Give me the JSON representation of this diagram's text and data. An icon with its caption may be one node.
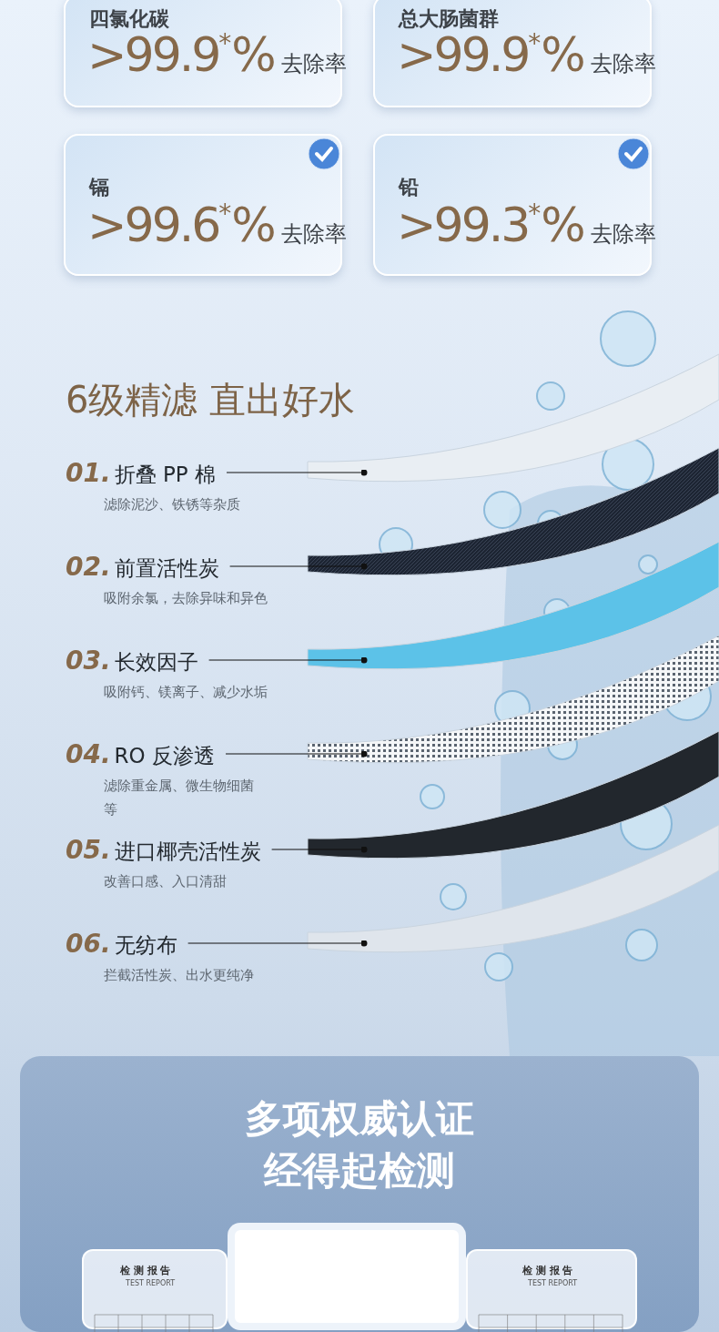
{
  "diagram": {
    "title": "6级精滤 直出好水",
    "nodes": [
      {
        "text": [
          "四氯化碳",
          ">99.9$^{*}$%",
          "去除率"
        ]
      },
      {
        "text": [
          "总大肠菌群",
          ">99.9$^{*}$%",
          "去除率"
        ]
      },
      {
        "text": [
          "镉",
          ">99.6$^{*}$%",
          "去除率"
        ]
      },
      {
        "text": [
          "铅",
          ">99.3$^{*}$%",
          "去除率"
        ]
      },
      {
        "text": [
          "01.",
          "折叠 PP 棉",
          "滤除泥沙、铁锈等杂质"
        ]
      },
      {
        "text": [
          "02.",
          "前置活性炭",
          "吸附余氯，去除异味和异色"
        ]
      },
      {
        "text": [
          "03.",
          "长效因子",
          "吸附钙、镁离子、减少水垢"
        ]
      },
      {
        "text": [
          "04.",
          "RO 反渗透",
          "滤除重金属、微生物细菌等"
        ]
      },
      {
        "text": [
          "05.",
          "进口椰壳活性炭",
          "改善口感、入口清甜"
        ]
      },
      {
        "text": [
          "06.",
          "无纺布",
          "拦截活性炭、出水更纯净"
        ]
      },
      {
        "text": [],
        "shape": "picture"
      },
      {
        "text": [],
        "shape": "picture"
      },
      {
        "text": [],
        "shape": "picture"
      },
      {
        "text": [],
        "shape": "picture"
      },
      {
        "text": [],
        "shape": "picture"
      },
      {
        "text": [],
        "shape": "picture"
      },
      {
        "text": [
          "多项权威认证经得起检测"
        ]
      },
      {
        "text": [
          "检 测 报 告",
          "TEST REPORT"
        ],
        "in": 16
      },
      {
        "text": [],
        "shape": "box",
        "in": 16
      },
      {
        "text": [
          "检 测 报 告",
          "TEST REPORT"
        ],
        "in": 16
      }
    ],
    "edges": [
      {
        "from": 4,
        "to": 10,
        "arrow": "other"
      },
      {
        "from": 5,
        "to": 11,
        "arrow": "other"
      },
      {
        "from": 6,
        "to": 12,
        "arrow": "other"
      },
      {
        "from": 7,
        "to": 13,
        "arrow": "other"
      },
      {
        "from": 8,
        "to": 14,
        "arrow": "other"
      },
      {
        "from": 9,
        "to": 15,
        "arrow": "other"
      }
    ]
  }
}
